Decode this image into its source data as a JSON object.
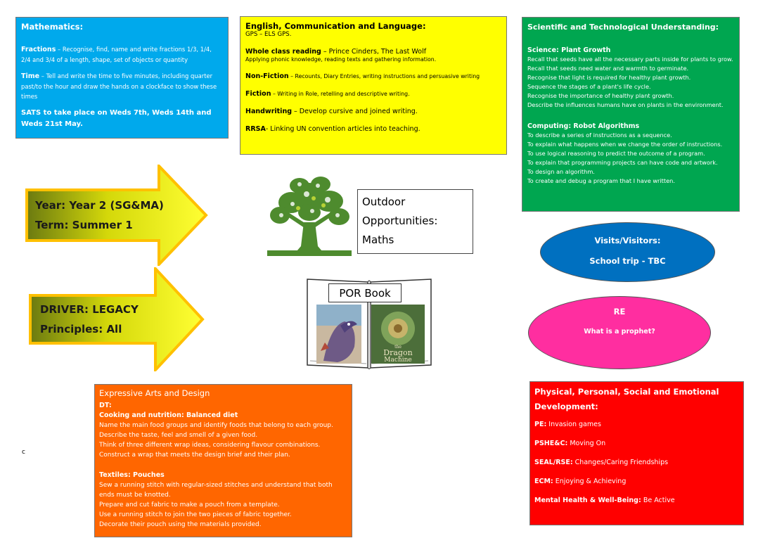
{
  "math": {
    "title": "Mathematics:",
    "fractions_label": "Fractions",
    "fractions_text": " – Recognise, find, name and write fractions 1/3, 1/4, 2/4 and 3/4 of a length, shape, set of objects or quantity",
    "time_label": "Time",
    "time_text": " –   Tell and write the time to five minutes, including quarter past/to the hour and draw the hands on a clockface to show these times",
    "sats": "SATS to take place on Weds 7th, Weds 14th and Weds 21st May."
  },
  "english": {
    "title": "English, Communication and Language:",
    "gps": "GPS – ELS GPS.",
    "reading_label": "Whole class reading",
    "reading_text": " – Prince Cinders, The Last Wolf",
    "reading_sub": "Applying phonic knowledge, reading texts and gathering information.",
    "nonfiction_label": "Non-Fiction",
    "nonfiction_text": " – Recounts, Diary Entries, writing instructions and persuasive writing",
    "fiction_label": "Fiction",
    "fiction_text": " – Writing in Role, retelling and descriptive writing.",
    "handwriting_label": "Handwriting",
    "handwriting_text": " – Develop cursive and joined writing.",
    "rrsa_label": "RRSA",
    "rrsa_text": "- Linking UN convention articles into teaching."
  },
  "science": {
    "title": "Scientific and Technological Understanding:",
    "sci_heading": "Science: Plant Growth",
    "sci_lines": [
      "Recall that seeds have all the necessary parts inside for plants to grow.",
      "Recall that seeds need water and warmth to germinate.",
      "Recognise that light is required for healthy plant growth.",
      "Sequence the stages of a plant's life cycle.",
      "Recognise the importance of healthy plant growth.",
      "Describe the influences humans have on plants in the environment."
    ],
    "comp_heading": "Computing: Robot Algorithms",
    "comp_lines": [
      "To describe a series of instructions as a sequence.",
      "To explain what happens when we change the order of instructions.",
      "To use logical reasoning to predict the outcome of a program.",
      "To explain that programming projects can have code and artwork.",
      "To design an algorithm.",
      "To create and debug a program that I have written."
    ]
  },
  "year_arrow": {
    "line1": "Year: Year 2 (SG&MA)",
    "line2": "Term: Summer 1"
  },
  "driver_arrow": {
    "line1": "DRIVER:   LEGACY",
    "line2": "Principles:  All"
  },
  "outdoor": {
    "line1": "Outdoor",
    "line2": "Opportunities:",
    "line3": "Maths"
  },
  "book": {
    "label": "POR Book",
    "cover_title_1": "the",
    "cover_title_2": "Dragon",
    "cover_title_3": "Machine"
  },
  "visits": {
    "title": "Visits/Visitors:",
    "text": "School trip - TBC"
  },
  "re": {
    "title": "RE",
    "text": "What is a prophet?"
  },
  "art": {
    "title": "Expressive Arts and Design",
    "dt": "DT:",
    "cooking_heading": "Cooking and nutrition: Balanced diet",
    "cooking_lines": [
      "Name the main food groups and identify foods that belong to each group.",
      "Describe the taste, feel and smell of a given food.",
      "Think of three different wrap ideas, considering flavour combinations.",
      "Construct a wrap that meets the design brief and their plan."
    ],
    "textiles_heading": "Textiles: Pouches",
    "textiles_lines": [
      "Sew a running stitch with regular-sized stitches and understand that both ends must be knotted.",
      "Prepare and cut fabric to make a pouch from a template.",
      "Use a running stitch to join the two pieces of fabric together.",
      "Decorate their pouch using the materials provided."
    ]
  },
  "psed": {
    "title": "Physical, Personal, Social and Emotional Development:",
    "pe_label": "PE:",
    "pe_text": " Invasion games",
    "pshe_label": "PSHE&C:",
    "pshe_text": " Moving On",
    "seal_label": "SEAL/RSE:",
    "seal_text": " Changes/Caring Friendships",
    "ecm_label": "ECM:",
    "ecm_text": " Enjoying & Achieving",
    "mh_label": "Mental Health & Well-Being:",
    "mh_text": " Be Active"
  },
  "stray_char": "c",
  "colors": {
    "math": "#00A9EC",
    "english": "#FFFF00",
    "science": "#00A650",
    "visits": "#0070C0",
    "re": "#FF2EA0",
    "art": "#FF6600",
    "psed": "#FF0000",
    "arrow_border": "#FFC000",
    "tree": "#4E8B2E"
  },
  "icons": [
    "tree-icon",
    "open-book-icon",
    "dragon-cover-image",
    "dragon-machine-cover-image"
  ]
}
